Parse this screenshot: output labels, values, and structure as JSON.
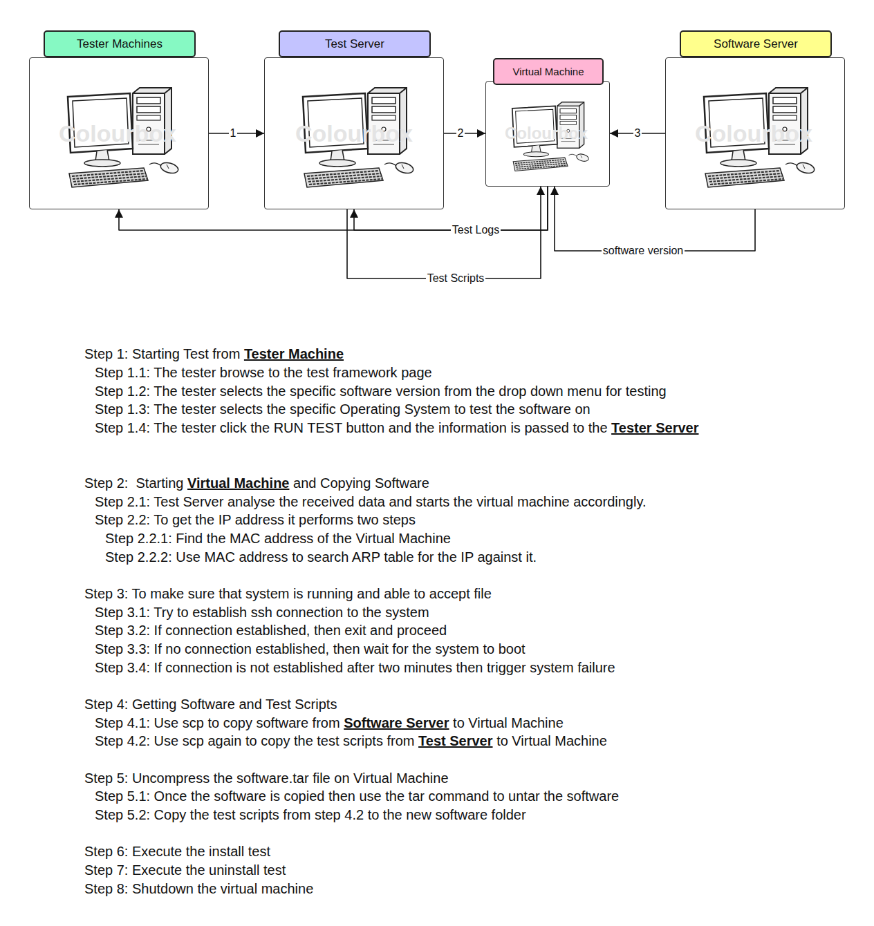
{
  "diagram": {
    "nodes": [
      {
        "text": [
          "Tester Machines"
        ]
      },
      {
        "text": [
          "Test Server"
        ]
      },
      {
        "text": [
          "Virtual Machine"
        ]
      },
      {
        "text": [
          "Software Server"
        ]
      }
    ],
    "edges": [
      {
        "from": 0,
        "to": 1,
        "arrow": "to",
        "label": "1"
      },
      {
        "from": 1,
        "to": 2,
        "arrow": "to",
        "label": "2"
      },
      {
        "from": 3,
        "to": 2,
        "arrow": "to",
        "label": "3"
      },
      {
        "from": 1,
        "to": 2,
        "arrow": "to",
        "label": "Test Scripts"
      },
      {
        "from": 2,
        "to": 1,
        "arrow": "to",
        "label": "Test Logs"
      },
      {
        "from": 2,
        "to": 0,
        "arrow": "to"
      },
      {
        "from": 3,
        "to": 2,
        "arrow": "to",
        "label": "software version"
      }
    ],
    "labels": [
      "Colourbox",
      "Colourbox",
      "Colourbox",
      "Colourbox",
      "Step 1: Starting Test from",
      "Tester Machine",
      "Step 1.1: The tester browse to the test framework page",
      "Step 1.2: The tester selects the specific software version from the drop down menu for testing",
      "Step 1.3: The tester selects the specific Operating System to test the software on",
      "Step 1.4: The tester click the RUN TEST button and the information is passed to the",
      "Tester Server",
      "Step 2:  Starting",
      "Virtual Machine",
      "and Copying Software",
      "Step 2.1: Test Server analyse the received data and starts the virtual machine accordingly.",
      "Step 2.2: To get the IP address it performs two steps",
      "Step 2.2.1: Find the MAC address of the Virtual Machine",
      "Step 2.2.2: Use MAC address to search ARP table for the IP against it.",
      "Step 3: To make sure that system is running and able to accept file",
      "Step 3.1: Try to establish ssh connection to the system",
      "Step 3.2: If connection established, then exit and proceed",
      "Step 3.3: If no connection established, then wait for the system to boot",
      "Step 3.4: If connection is not established after two minutes then trigger system failure",
      "Step 4: Getting Software and Test Scripts",
      "Step 4.1: Use scp to copy software from",
      "Software Server",
      "to Virtual Machine",
      "Step 4.2: Use scp again to copy the test scripts from",
      "Test Server",
      "to Virtual Machine",
      "Step 5: Uncompress the software.tar file on Virtual Machine",
      "Step 5.1: Once the software is copied then use the tar command to untar the software",
      "Step 5.2: Copy the test scripts from step 4.2 to the new software folder",
      "Step 6: Execute the install test",
      "Step 7: Execute the uninstall test",
      "Step 8: Shutdown the virtual machine"
    ]
  }
}
